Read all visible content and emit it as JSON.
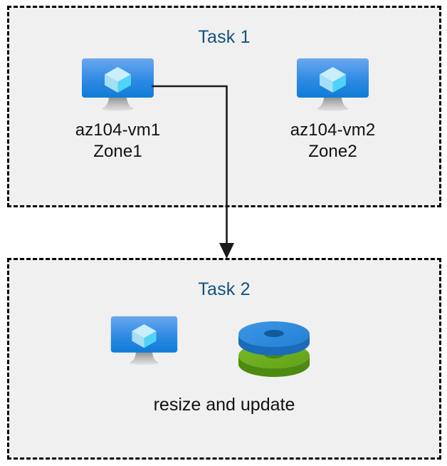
{
  "diagram": {
    "background_color": "#ffffff",
    "box_fill_color": "#f0f0f0",
    "box_border_color": "#000000",
    "title_color": "#12537e",
    "label_color": "#111111",
    "connector_color": "#1a1a1a"
  },
  "task1": {
    "title": "Task 1",
    "nodes": [
      {
        "icon": "virtual-machine-icon",
        "name": "az104-vm1",
        "zone": "Zone1",
        "label": "az104-vm1\nZone1"
      },
      {
        "icon": "virtual-machine-icon",
        "name": "az104-vm2",
        "zone": "Zone2",
        "label": "az104-vm2\nZone2"
      }
    ]
  },
  "task2": {
    "title": "Task 2",
    "nodes": [
      {
        "icon": "virtual-machine-icon",
        "label": ""
      },
      {
        "icon": "managed-disks-icon",
        "label": ""
      }
    ],
    "caption": "resize and update"
  },
  "connector": {
    "from": "az104-vm1",
    "to": "Task 2",
    "style": "elbow-arrow",
    "arrowhead": "filled-triangle-down"
  },
  "icon_colors": {
    "vm_screen_top": "#5ea0ec",
    "vm_screen_bottom": "#0f7fd9",
    "vm_cube_top": "#c3ecfb",
    "vm_cube_left": "#9fe0f7",
    "vm_cube_right": "#4fd2f7",
    "vm_stand": "#9a9a9a",
    "disk_blue_top": "#2e8ddf",
    "disk_blue_side": "#1a6fbe",
    "disk_green_top": "#6ab022",
    "disk_green_side": "#4f8c15"
  }
}
